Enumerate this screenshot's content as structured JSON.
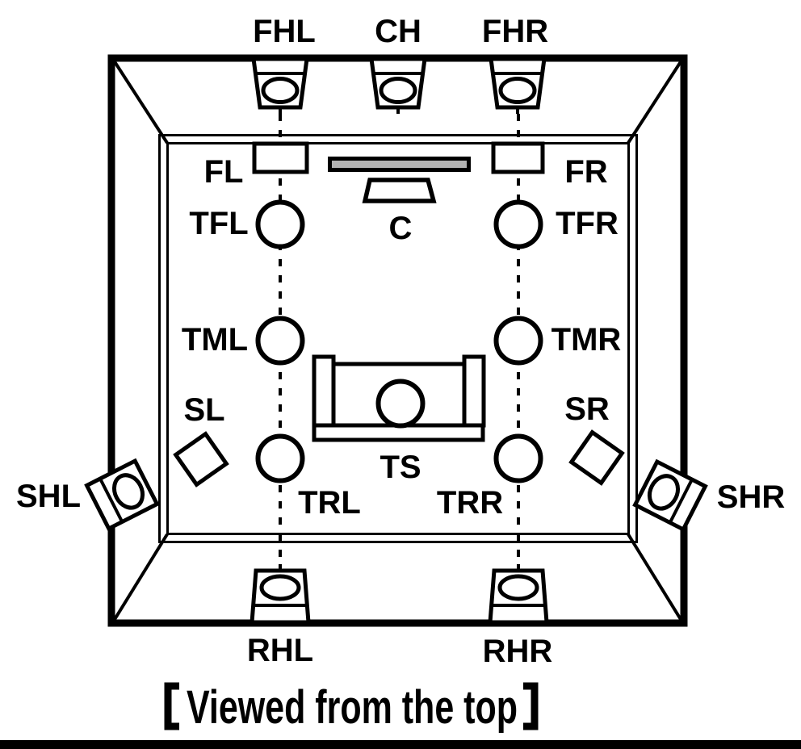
{
  "caption": {
    "bracket_left": "【",
    "text": "Viewed from the top",
    "bracket_right": "】",
    "full": "【Viewed from the top】"
  },
  "speakers": {
    "fhl": "FHL",
    "ch": "CH",
    "fhr": "FHR",
    "fl": "FL",
    "fr": "FR",
    "c": "C",
    "tfl": "TFL",
    "tfr": "TFR",
    "tml": "TML",
    "tmr": "TMR",
    "sl": "SL",
    "sr": "SR",
    "shl": "SHL",
    "shr": "SHR",
    "trl": "TRL",
    "trr": "TRR",
    "ts": "TS",
    "rhl": "RHL",
    "rhr": "RHR"
  },
  "colors": {
    "background": "#ffffff",
    "line": "#000000",
    "tv_screen": "#b3b3b3"
  }
}
